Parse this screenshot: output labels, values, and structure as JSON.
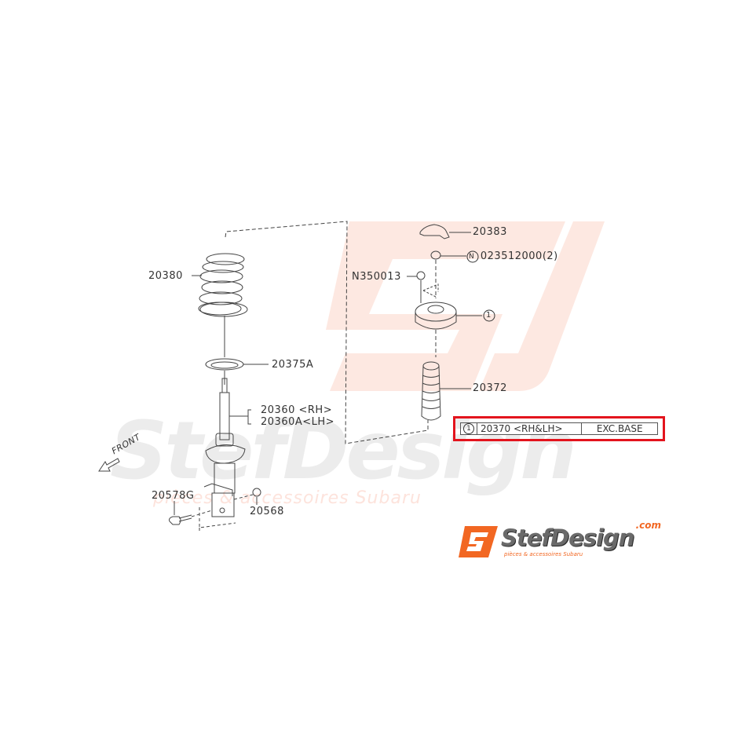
{
  "diagram": {
    "type": "exploded parts diagram - front strut assembly",
    "parts": [
      {
        "id": "coil_spring",
        "label": "20380"
      },
      {
        "id": "spring_seat",
        "label": "20375A"
      },
      {
        "id": "strut_rh",
        "label": "20360 <RH>"
      },
      {
        "id": "strut_lh",
        "label": "20360A<LH>"
      },
      {
        "id": "bolt",
        "label": "20578G"
      },
      {
        "id": "nut_lower",
        "label": "20568"
      },
      {
        "id": "cap",
        "label": "20383"
      },
      {
        "id": "nut_top",
        "label": "023512000(2)",
        "marker": "N"
      },
      {
        "id": "nut_mount",
        "label": "N350013"
      },
      {
        "id": "strut_mount",
        "label": "1",
        "marker": "circle"
      },
      {
        "id": "boot",
        "label": "20372"
      }
    ],
    "direction": {
      "label": "FRONT"
    },
    "callout": {
      "marker": "1",
      "part_number": "20370 <RH&LH>",
      "note": "EXC.BASE",
      "highlight_color": "#e3141d"
    }
  },
  "watermark": {
    "brand": "StefDesign",
    "tagline": "pièces & accessoires Subaru",
    "brand_color": "#f26722"
  },
  "logo": {
    "monogram": "SD",
    "name": "StefDesign",
    "domain": ".com",
    "tagline": "pièces & accessoires Subaru"
  }
}
